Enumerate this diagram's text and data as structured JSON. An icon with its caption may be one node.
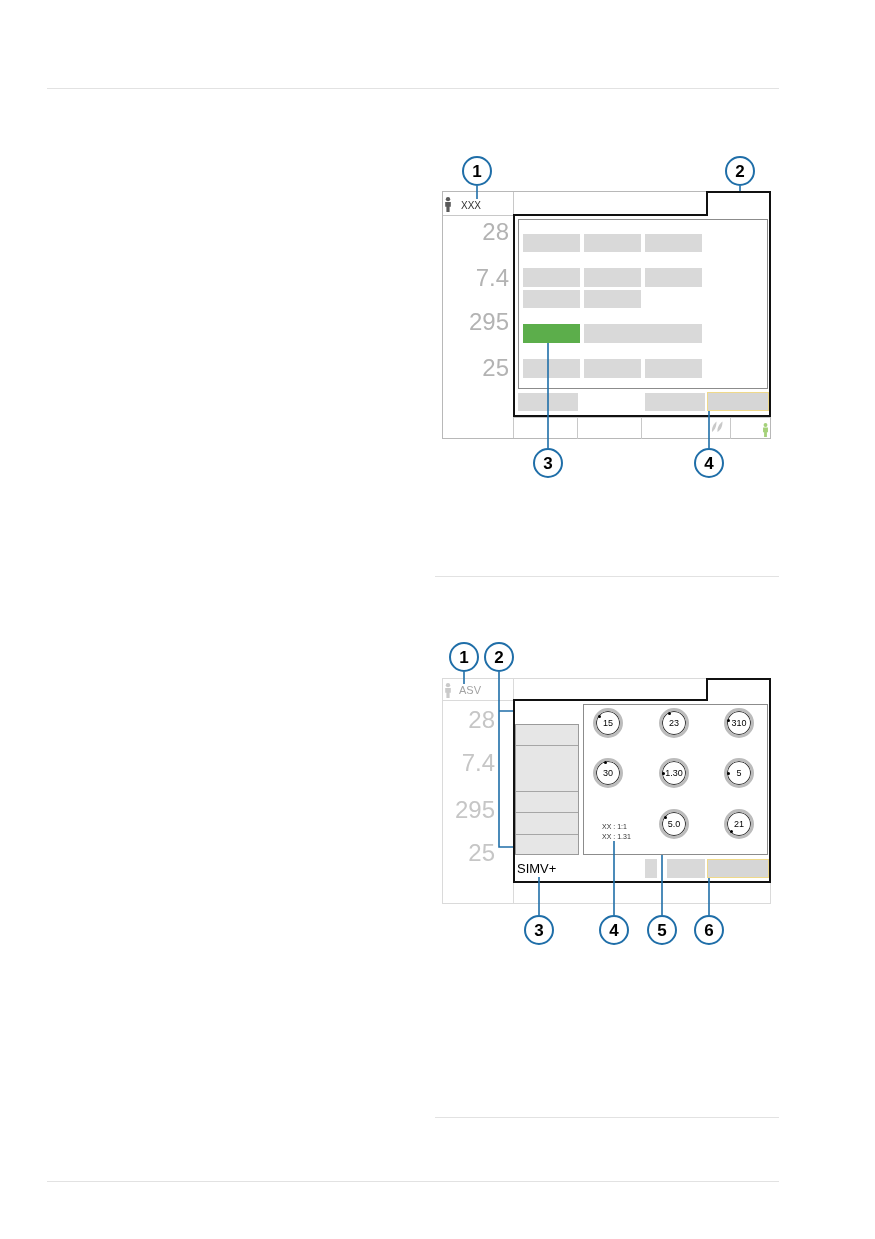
{
  "diagram": {
    "nodes": [
      {
        "text": [
          "1"
        ]
      },
      {
        "text": [
          "2"
        ]
      },
      {
        "text": [
          "XXX"
        ]
      },
      {
        "text": [],
        "shape": "box"
      },
      {
        "text": [],
        "shape": "box",
        "in": 3
      },
      {
        "text": [],
        "shape": "box",
        "in": 3
      },
      {
        "text": [
          "3"
        ]
      },
      {
        "text": [
          "4"
        ]
      },
      {
        "text": [
          "1"
        ]
      },
      {
        "text": [
          "2"
        ]
      },
      {
        "text": [
          "ASV"
        ]
      },
      {
        "text": [],
        "shape": "box"
      },
      {
        "text": [],
        "shape": "box",
        "in": 11
      },
      {
        "text": [
          "15"
        ],
        "in": 12
      },
      {
        "text": [
          "23"
        ],
        "in": 12
      },
      {
        "text": [
          "310"
        ],
        "in": 12
      },
      {
        "text": [
          "30"
        ],
        "in": 12
      },
      {
        "text": [
          "1.30"
        ],
        "in": 12
      },
      {
        "text": [
          "5"
        ],
        "in": 12
      },
      {
        "text": [
          "XX : 1:1",
          "XX : 1.31"
        ],
        "in": 12
      },
      {
        "text": [
          "5.0"
        ],
        "in": 12
      },
      {
        "text": [
          "21"
        ],
        "in": 12
      },
      {
        "text": [
          "SIMV+"
        ],
        "in": 11
      },
      {
        "text": [],
        "shape": "box",
        "in": 11
      },
      {
        "text": [
          "3"
        ]
      },
      {
        "text": [
          "4"
        ]
      },
      {
        "text": [
          "5"
        ]
      },
      {
        "text": [
          "6"
        ]
      }
    ],
    "edges": [
      {
        "from": 0,
        "to": 2,
        "arrow": "none"
      },
      {
        "from": 1,
        "to": 3,
        "arrow": "none"
      },
      {
        "from": 6,
        "to": 4,
        "arrow": "none"
      },
      {
        "from": 7,
        "to": 5,
        "arrow": "none"
      },
      {
        "from": 8,
        "to": 10,
        "arrow": "none"
      },
      {
        "from": 9,
        "to": 11,
        "arrow": "none"
      },
      {
        "from": 24,
        "to": 22,
        "arrow": "none"
      },
      {
        "from": 25,
        "to": 19,
        "arrow": "none"
      },
      {
        "from": 26,
        "to": 12,
        "arrow": "none"
      },
      {
        "from": 27,
        "to": 23,
        "arrow": "none"
      }
    ],
    "labels": [
      "28",
      "7.4",
      "295",
      "25",
      "28",
      "7.4",
      "295",
      "25"
    ]
  }
}
